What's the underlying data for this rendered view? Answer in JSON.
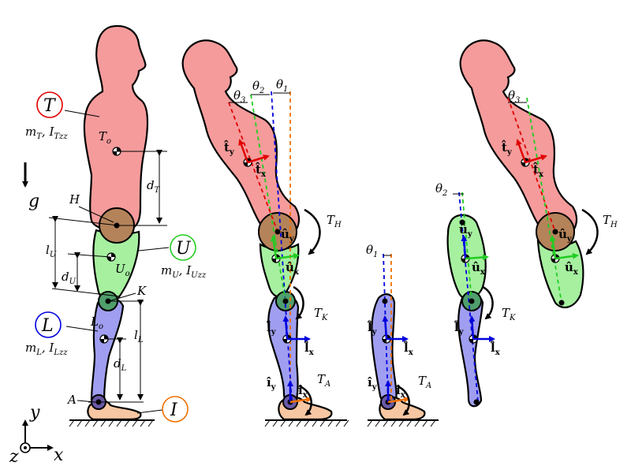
{
  "colors": {
    "torso": "#f59b9b",
    "upper_leg": "#a6f0a0",
    "lower_leg": "#9f9ef0",
    "foot": "#f7c7a3",
    "hip_joint": "#b5835a",
    "knee_joint": "#4f9e6c",
    "ankle_joint": "#6a5aa8",
    "red_axis": "#e00000",
    "green_axis": "#22cc22",
    "blue_axis": "#0000dd",
    "orange_axis": "#f07000",
    "circle_T": "#e00000",
    "circle_U": "#22cc22",
    "circle_L": "#0000dd",
    "circle_I": "#f07000"
  },
  "labels": {
    "body_T": "T",
    "body_U": "U",
    "body_L": "L",
    "body_I": "I",
    "mass_T": "m",
    "mass_T_sub": "T",
    "inertia_T": ", I",
    "inertia_T_sub": "Tzz",
    "mass_U": "m",
    "mass_U_sub": "U",
    "inertia_U": ", I",
    "inertia_U_sub": "Uzz",
    "mass_L": "m",
    "mass_L_sub": "L",
    "inertia_L": ", I",
    "inertia_L_sub": "Lzz",
    "com_T": "T",
    "com_T_sub": "o",
    "com_U": "U",
    "com_U_sub": "o",
    "com_L": "L",
    "com_L_sub": "o",
    "joint_H": "H",
    "joint_K": "K",
    "joint_A": "A",
    "gravity": "g",
    "dist_dT": "d",
    "dist_dT_sub": "T",
    "dist_lU": "l",
    "dist_lU_sub": "U",
    "dist_dU": "d",
    "dist_dU_sub": "U",
    "dist_lL": "l",
    "dist_lL_sub": "L",
    "dist_dL": "d",
    "dist_dL_sub": "L",
    "axis_x": "x",
    "axis_y": "y",
    "axis_z": "z",
    "theta": "θ",
    "theta1_sub": "1",
    "theta2_sub": "2",
    "theta3_sub": "3",
    "torque_TH": "T",
    "torque_TH_sub": "H",
    "torque_TK": "T",
    "torque_TK_sub": "K",
    "torque_TA": "T",
    "torque_TA_sub": "A",
    "vec_t": "t̂",
    "vec_u": "û",
    "vec_l": "l̂",
    "vec_i": "î",
    "sub_x": "x",
    "sub_y": "y"
  }
}
